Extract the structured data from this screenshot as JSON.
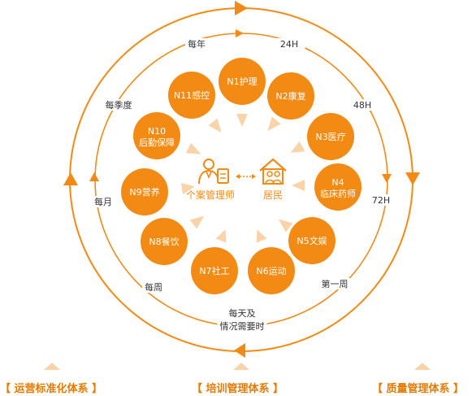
{
  "colors": {
    "orange": "#F28A14",
    "orange_dark": "#E67A00",
    "text_dark": "#333333",
    "footer_text": "#E67A00",
    "arrow_pale": "#FAD3A8"
  },
  "center": {
    "manager_label": "个案管理师",
    "resident_label": "居民",
    "manager_icon": "case-manager-icon",
    "resident_icon": "resident-house-icon",
    "link_icon": "double-arrow-icon"
  },
  "nodes": [
    {
      "id": "N1",
      "line1": "N1护理",
      "line2": ""
    },
    {
      "id": "N2",
      "line1": "N2康复",
      "line2": ""
    },
    {
      "id": "N3",
      "line1": "N3医疗",
      "line2": ""
    },
    {
      "id": "N4",
      "line1": "N4",
      "line2": "临床药师"
    },
    {
      "id": "N5",
      "line1": "N5文娱",
      "line2": ""
    },
    {
      "id": "N6",
      "line1": "N6运动",
      "line2": ""
    },
    {
      "id": "N7",
      "line1": "N7社工",
      "line2": ""
    },
    {
      "id": "N8",
      "line1": "N8餐饮",
      "line2": ""
    },
    {
      "id": "N9",
      "line1": "N9营养",
      "line2": ""
    },
    {
      "id": "N10",
      "line1": "N10",
      "line2": "后勤保障"
    },
    {
      "id": "N11",
      "line1": "N11感控",
      "line2": ""
    }
  ],
  "time_labels": [
    {
      "key": "24h",
      "text": "24H"
    },
    {
      "key": "48h",
      "text": "48H"
    },
    {
      "key": "72h",
      "text": "72H"
    },
    {
      "key": "weekly-first",
      "text": "第一周"
    },
    {
      "key": "daily-1",
      "text": "每天及"
    },
    {
      "key": "daily-2",
      "text": "情况需要时"
    },
    {
      "key": "weekly",
      "text": "每周"
    },
    {
      "key": "monthly",
      "text": "每月"
    },
    {
      "key": "quarterly",
      "text": "每季度"
    },
    {
      "key": "yearly",
      "text": "每年"
    }
  ],
  "footer": [
    {
      "text": "【 运营标准化体系 】"
    },
    {
      "text": "【 培训管理体系 】"
    },
    {
      "text": "【 质量管理体系 】"
    }
  ]
}
